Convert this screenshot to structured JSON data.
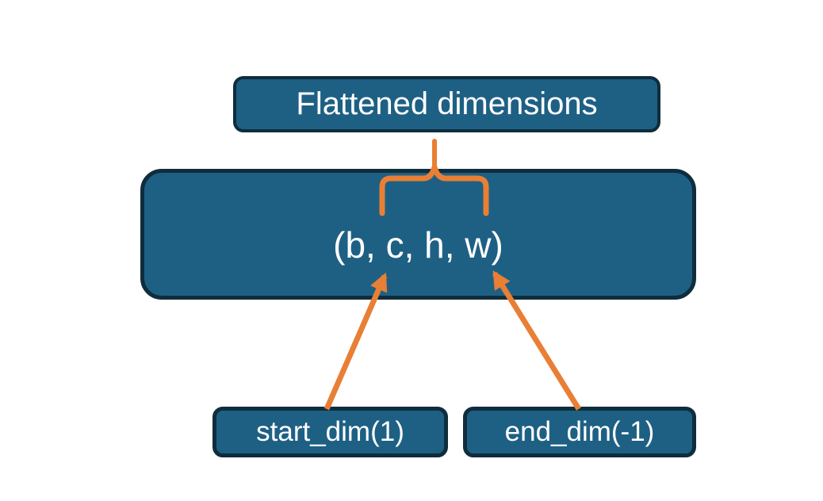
{
  "diagram": {
    "top_box_label": "Flattened dimensions",
    "tensor_box_label": "(b, c, h, w)",
    "start_dim_label": "start_dim(1)",
    "end_dim_label": "end_dim(-1)"
  },
  "connectors": {
    "brace_icon": "upward-curly-brace",
    "stem_icon": "vertical-stem-connector",
    "left_arrow_icon": "arrow-pointing-up-right",
    "right_arrow_icon": "arrow-pointing-up-left"
  },
  "colors": {
    "box_fill": "#1e6084",
    "box_border": "#0f2d3d",
    "connector_orange": "#e87f35",
    "text_color": "#ffffff",
    "background": "#ffffff"
  }
}
